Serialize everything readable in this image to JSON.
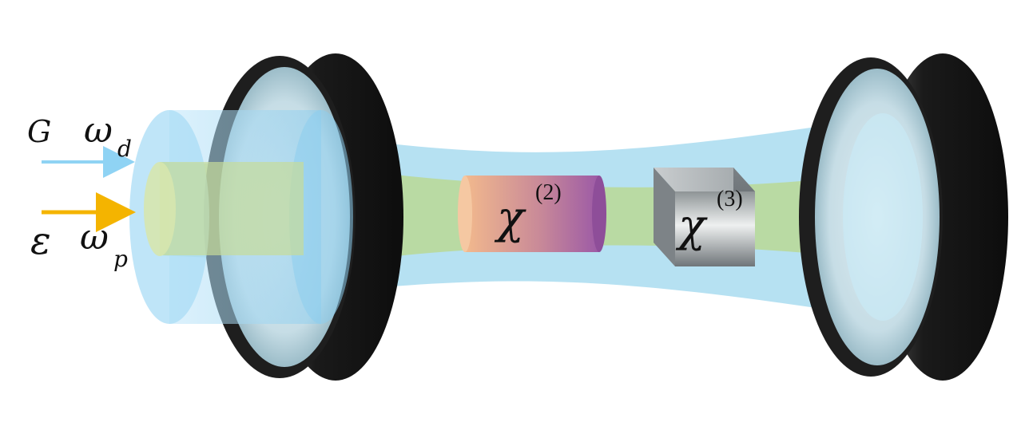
{
  "labels": {
    "g": "G",
    "omega_d_base": "ω",
    "omega_d_sub": "d",
    "epsilon": "ε",
    "omega_p_base": "ω",
    "omega_p_sub": "p",
    "chi2_base": "χ",
    "chi2_sup": "(2)",
    "chi3_base": "χ",
    "chi3_sup": "(3)"
  },
  "colors": {
    "drive_arrow": "#8fd3f4",
    "pump_arrow": "#f4b400",
    "cavity_beam": "#a9dcf0",
    "pump_beam": "#b9d99a",
    "mirror_frame": "#1b1b1b",
    "chi2_left": "#f2b98d",
    "chi2_right": "#9c5aa6",
    "chi3_crystal": "#b8bdbf"
  },
  "icons": {
    "left_mirror": "left-mirror-icon",
    "right_mirror": "right-mirror-icon",
    "chi2_crystal": "chi2-crystal-icon",
    "chi3_crystal": "chi3-crystal-icon"
  }
}
